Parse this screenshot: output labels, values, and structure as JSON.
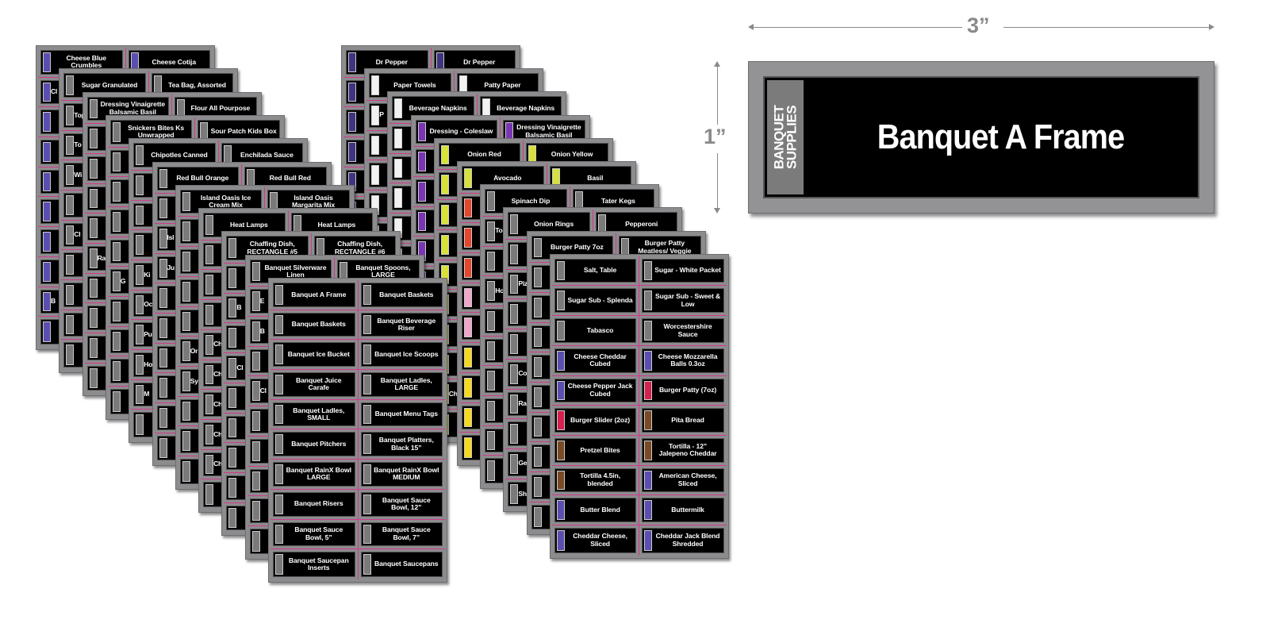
{
  "featured_label": {
    "category": "BANQUET\nSUPPLIES",
    "name": "Banquet A Frame",
    "width_label": "3”",
    "height_label": "1”"
  },
  "colors": {
    "background": "#ffffff",
    "sheet": "#8c8c8e",
    "label": "#000000",
    "divider": "#d13a8a",
    "dimension": "#8a8a8c",
    "categories": {
      "dairy": "#5a4fb0",
      "dry_storage": "#7a7a7a",
      "candy": "#7a7a7a",
      "can_rack": "#7a7a7a",
      "bar_cooler": "#7a7a7a",
      "banquet": "#7a7a7a",
      "soda": "#3e3480",
      "paper": "#f2f2f2",
      "sauces": "#7a35b5",
      "produce": "#d7e13a",
      "linen": "#7a7a7a",
      "freezer": "#7a7a7a",
      "expo": "#7a7a7a",
      "beef": "#d6204e",
      "bread": "#7a4a25",
      "red": "#e5462c",
      "pink": "#f0a6c8",
      "yellow": "#f6d918"
    }
  },
  "left_stack": [
    {
      "tab": "dairy",
      "rows": [
        [
          "Cheese Blue Crumbles",
          "Cheese Cotija"
        ],
        [
          "",
          ""
        ],
        [
          "",
          ""
        ],
        [
          "",
          ""
        ],
        [
          "",
          ""
        ],
        [
          "",
          ""
        ],
        [
          "",
          ""
        ],
        [
          "",
          ""
        ],
        [
          "",
          ""
        ],
        [
          "",
          ""
        ]
      ],
      "peek": [
        "",
        "Cl",
        "",
        "",
        "",
        "",
        "",
        "",
        "B",
        ""
      ]
    },
    {
      "tab": "dry_storage",
      "rows": [
        [
          "Sugar Granulated",
          "Tea Bag, Assorted"
        ],
        [
          "",
          ""
        ],
        [
          "",
          ""
        ],
        [
          "",
          ""
        ],
        [
          "",
          ""
        ],
        [
          "",
          ""
        ],
        [
          "",
          ""
        ],
        [
          "",
          ""
        ],
        [
          "",
          ""
        ],
        [
          "",
          ""
        ]
      ],
      "peek": [
        "",
        "Top",
        "To",
        "Wi",
        "",
        "Cl",
        "",
        "",
        "",
        ""
      ]
    },
    {
      "tab": "dry_storage",
      "rows": [
        [
          "Dressing Vinaigrette Balsamic Basil",
          "Flour All Pourpose"
        ],
        [
          "",
          ""
        ],
        [
          "",
          ""
        ],
        [
          "",
          ""
        ],
        [
          "",
          ""
        ],
        [
          "",
          ""
        ],
        [
          "",
          ""
        ],
        [
          "",
          ""
        ],
        [
          "",
          ""
        ],
        [
          "",
          ""
        ]
      ],
      "peek": [
        "",
        "",
        "",
        "",
        "",
        "Ra",
        "",
        "",
        "",
        ""
      ]
    },
    {
      "tab": "candy",
      "rows": [
        [
          "Snickers Bites Ks Unwrapped",
          "Sour Patch Kids Box"
        ],
        [
          "",
          ""
        ],
        [
          "",
          ""
        ],
        [
          "",
          ""
        ],
        [
          "",
          ""
        ],
        [
          "",
          ""
        ],
        [
          "",
          ""
        ],
        [
          "",
          ""
        ],
        [
          "",
          ""
        ],
        [
          "",
          ""
        ]
      ],
      "peek": [
        "",
        "",
        "",
        "",
        "",
        "G",
        "",
        "",
        "",
        ""
      ]
    },
    {
      "tab": "can_rack",
      "rows": [
        [
          "Chipotles Canned",
          "Enchilada Sauce"
        ],
        [
          "",
          ""
        ],
        [
          "",
          ""
        ],
        [
          "",
          ""
        ],
        [
          "",
          ""
        ],
        [
          "",
          ""
        ],
        [
          "",
          ""
        ],
        [
          "",
          ""
        ],
        [
          "",
          ""
        ],
        [
          "",
          ""
        ]
      ],
      "peek": [
        "",
        "",
        "",
        "",
        "Ki",
        "Oc",
        "Pu",
        "Ho",
        "M",
        ""
      ]
    },
    {
      "tab": "bar_cooler",
      "rows": [
        [
          "Red Bull Orange",
          "Red Bull Red"
        ],
        [
          "",
          ""
        ],
        [
          "",
          ""
        ],
        [
          "",
          ""
        ],
        [
          "",
          ""
        ],
        [
          "",
          ""
        ],
        [
          "",
          ""
        ],
        [
          "",
          ""
        ],
        [
          "",
          ""
        ],
        [
          "",
          ""
        ]
      ],
      "peek": [
        "",
        "",
        "Isl",
        "Ju",
        "",
        "",
        "",
        "",
        "",
        ""
      ]
    },
    {
      "tab": "bar_cooler",
      "rows": [
        [
          "Island Oasis Ice Cream Mix",
          "Island Oasis Margarita Mix"
        ],
        [
          "",
          ""
        ],
        [
          "",
          ""
        ],
        [
          "",
          ""
        ],
        [
          "",
          ""
        ],
        [
          "",
          ""
        ],
        [
          "",
          ""
        ],
        [
          "",
          ""
        ],
        [
          "",
          ""
        ],
        [
          "",
          ""
        ]
      ],
      "peek": [
        "",
        "",
        "",
        "",
        "",
        "Or",
        "Sy",
        "",
        "",
        ""
      ]
    },
    {
      "tab": "banquet",
      "rows": [
        [
          "Heat Lamps",
          "Heat Lamps"
        ],
        [
          "",
          ""
        ],
        [
          "",
          ""
        ],
        [
          "",
          ""
        ],
        [
          "",
          ""
        ],
        [
          "",
          ""
        ],
        [
          "",
          ""
        ],
        [
          "",
          ""
        ],
        [
          "",
          ""
        ],
        [
          "",
          ""
        ]
      ],
      "peek": [
        "",
        "",
        "",
        "",
        "Ch",
        "Ch",
        "Ch",
        "Ch",
        "Ch",
        ""
      ]
    },
    {
      "tab": "banquet",
      "rows": [
        [
          "Chaffing Dish, RECTANGLE #5",
          "Chaffing Dish, RECTANGLE #6"
        ],
        [
          "",
          ""
        ],
        [
          "",
          ""
        ],
        [
          "",
          ""
        ],
        [
          "",
          ""
        ],
        [
          "",
          ""
        ],
        [
          "",
          ""
        ],
        [
          "",
          ""
        ],
        [
          "",
          ""
        ],
        [
          "",
          ""
        ]
      ],
      "peek": [
        "",
        "",
        "B",
        "",
        "Cl",
        "",
        "",
        "",
        "",
        ""
      ]
    },
    {
      "tab": "banquet",
      "rows": [
        [
          "Banquet Silverware Linen",
          "Banquet Spoons, LARGE"
        ],
        [
          "",
          ""
        ],
        [
          "",
          ""
        ],
        [
          "",
          ""
        ],
        [
          "",
          ""
        ],
        [
          "",
          ""
        ],
        [
          "",
          ""
        ],
        [
          "",
          ""
        ],
        [
          "",
          ""
        ],
        [
          "",
          ""
        ]
      ],
      "peek": [
        "",
        "E",
        "B",
        "",
        "Cl",
        "",
        "",
        "",
        "",
        ""
      ]
    },
    {
      "tab": "banquet",
      "rows": [
        [
          "Banquet A Frame",
          "Banquet Baskets"
        ],
        [
          "Banquet Baskets",
          "Banquet Beverage Riser"
        ],
        [
          "Banquet Ice Bucket",
          "Banquet Ice Scoops"
        ],
        [
          "Banquet Juice Carafe",
          "Banquet Ladles, LARGE"
        ],
        [
          "Banquet Ladles, SMALL",
          "Banquet Menu Tags"
        ],
        [
          "Banquet Pitchers",
          "Banquet Platters, Black 15”"
        ],
        [
          "Banquet RainX Bowl LARGE",
          "Banquet RainX Bowl MEDIUM"
        ],
        [
          "Banquet Risers",
          "Banquet Sauce Bowl, 12”"
        ],
        [
          "Banquet Sauce Bowl, 5”",
          "Banquet Sauce Bowl, 7”"
        ],
        [
          "Banquet Saucepan Inserts",
          "Banquet Saucepans"
        ]
      ],
      "peek": [
        "",
        "",
        "",
        "",
        "",
        "",
        "",
        "",
        "",
        ""
      ]
    }
  ],
  "right_stack": [
    {
      "tab": "soda",
      "rows": [
        [
          "Dr Pepper",
          "Dr Pepper"
        ],
        [
          "",
          ""
        ],
        [
          "",
          ""
        ],
        [
          "",
          ""
        ],
        [
          "",
          ""
        ],
        [
          "",
          ""
        ],
        [
          "",
          ""
        ],
        [
          "",
          ""
        ],
        [
          "",
          ""
        ],
        [
          "",
          ""
        ]
      ],
      "peek": [
        "",
        "",
        "",
        "",
        "",
        "",
        "",
        "",
        "",
        ""
      ]
    },
    {
      "tab": "paper",
      "rows": [
        [
          "Paper Towels",
          "Patty Paper"
        ],
        [
          "",
          ""
        ],
        [
          "",
          ""
        ],
        [
          "",
          ""
        ],
        [
          "",
          ""
        ],
        [
          "",
          ""
        ],
        [
          "",
          ""
        ],
        [
          "",
          ""
        ],
        [
          "",
          ""
        ],
        [
          "",
          ""
        ]
      ],
      "peek": [
        "",
        "P",
        "",
        "",
        "",
        "",
        "",
        "",
        "",
        ""
      ]
    },
    {
      "tab": "paper",
      "rows": [
        [
          "Beverage Napkins",
          "Beverage Napkins"
        ],
        [
          "",
          ""
        ],
        [
          "",
          ""
        ],
        [
          "",
          ""
        ],
        [
          "",
          ""
        ],
        [
          "",
          ""
        ],
        [
          "",
          ""
        ],
        [
          "",
          ""
        ],
        [
          "",
          ""
        ],
        [
          "",
          ""
        ]
      ],
      "peek": [
        "",
        "",
        "",
        "",
        "",
        "",
        "",
        "",
        "",
        ""
      ]
    },
    {
      "tab": "sauces",
      "rows": [
        [
          "Dressing - Coleslaw",
          "Dressing Vinaigrette Balsamic Basil"
        ],
        [
          "",
          ""
        ],
        [
          "",
          ""
        ],
        [
          "",
          ""
        ],
        [
          "",
          ""
        ],
        [
          "",
          ""
        ],
        [
          "",
          ""
        ],
        [
          "",
          ""
        ],
        [
          "",
          ""
        ],
        [
          "",
          ""
        ]
      ],
      "peek": [
        "",
        "",
        "",
        "",
        "",
        "",
        "",
        "",
        "",
        ""
      ]
    },
    {
      "tab": "produce",
      "rows": [
        [
          "Onion Red",
          "Onion Yellow"
        ],
        [
          "",
          ""
        ],
        [
          "",
          ""
        ],
        [
          "",
          ""
        ],
        [
          "",
          ""
        ],
        [
          "",
          ""
        ],
        [
          "",
          ""
        ],
        [
          "",
          ""
        ],
        [
          "",
          ""
        ],
        [
          "",
          ""
        ]
      ],
      "peek": [
        "",
        "",
        "",
        "",
        "",
        "",
        "",
        "",
        "Ch",
        ""
      ]
    },
    {
      "tab": "produce",
      "rows": [
        [
          "Avocado",
          "Basil"
        ],
        [
          "",
          ""
        ],
        [
          "",
          ""
        ],
        [
          "",
          ""
        ],
        [
          "",
          ""
        ],
        [
          "",
          ""
        ],
        [
          "",
          ""
        ],
        [
          "",
          ""
        ],
        [
          "",
          ""
        ],
        [
          "",
          ""
        ]
      ],
      "peek": [
        "",
        "",
        "",
        "",
        "",
        "",
        "",
        "",
        "",
        ""
      ]
    },
    {
      "tab": "freezer",
      "rows": [
        [
          "Spinach Dip",
          "Tater Kegs"
        ],
        [
          "",
          ""
        ],
        [
          "",
          ""
        ],
        [
          "",
          ""
        ],
        [
          "",
          ""
        ],
        [
          "",
          ""
        ],
        [
          "",
          ""
        ],
        [
          "",
          ""
        ],
        [
          "",
          ""
        ],
        [
          "",
          ""
        ]
      ],
      "peek": [
        "",
        "To",
        "",
        "Ho",
        "",
        "",
        "",
        "",
        "",
        ""
      ]
    },
    {
      "tab": "freezer",
      "rows": [
        [
          "Onion Rings",
          "Pepperoni"
        ],
        [
          "",
          ""
        ],
        [
          "",
          ""
        ],
        [
          "",
          ""
        ],
        [
          "",
          ""
        ],
        [
          "",
          ""
        ],
        [
          "",
          ""
        ],
        [
          "",
          ""
        ],
        [
          "",
          ""
        ],
        [
          "",
          ""
        ]
      ],
      "peek": [
        "",
        "",
        "Piz",
        "",
        "",
        "Co",
        "Ra",
        "",
        "Ge",
        "Sh"
      ]
    },
    {
      "tab": "freezer",
      "rows": [
        [
          "Burger Patty 7oz",
          "Burger Patty Meatless/ Veggie"
        ],
        [
          "",
          ""
        ],
        [
          "",
          ""
        ],
        [
          "",
          ""
        ],
        [
          "",
          ""
        ],
        [
          "",
          ""
        ],
        [
          "",
          ""
        ],
        [
          "",
          ""
        ],
        [
          "",
          ""
        ],
        [
          "",
          ""
        ]
      ],
      "peek": [
        "",
        "",
        "",
        "",
        "",
        "",
        "",
        "",
        "",
        ""
      ]
    },
    {
      "tab": "expo",
      "rows": [
        [
          "Salt, Table",
          "Sugar - White Packet"
        ],
        [
          "Sugar Sub - Splenda",
          "Sugar Sub - Sweet & Low"
        ],
        [
          "Tabasco",
          "Worcestershire Sauce"
        ],
        [
          "Cheese Cheddar Cubed",
          "Cheese Mozzarella Balls 0.3oz"
        ],
        [
          "Cheese Pepper Jack Cubed",
          "Burger Patty (7oz)"
        ],
        [
          "Burger Slider (2oz)",
          "Pita Bread"
        ],
        [
          "Pretzel Bites",
          "Tortilla - 12” Jalepeno Cheddar"
        ],
        [
          "Tortilla 4.5in, blended",
          "American Cheese, Sliced"
        ],
        [
          "Butter Blend",
          "Buttermilk"
        ],
        [
          "Cheddar Cheese, Sliced",
          "Cheddar Jack Blend Shredded"
        ]
      ],
      "tabs": [
        [
          "expo",
          "expo"
        ],
        [
          "expo",
          "expo"
        ],
        [
          "expo",
          "expo"
        ],
        [
          "dairy",
          "dairy"
        ],
        [
          "dairy",
          "beef"
        ],
        [
          "beef",
          "bread"
        ],
        [
          "bread",
          "bread"
        ],
        [
          "bread",
          "dairy"
        ],
        [
          "dairy",
          "dairy"
        ],
        [
          "dairy",
          "dairy"
        ]
      ],
      "peek": [
        "",
        "",
        "",
        "",
        "",
        "",
        "",
        "",
        "",
        ""
      ]
    }
  ]
}
